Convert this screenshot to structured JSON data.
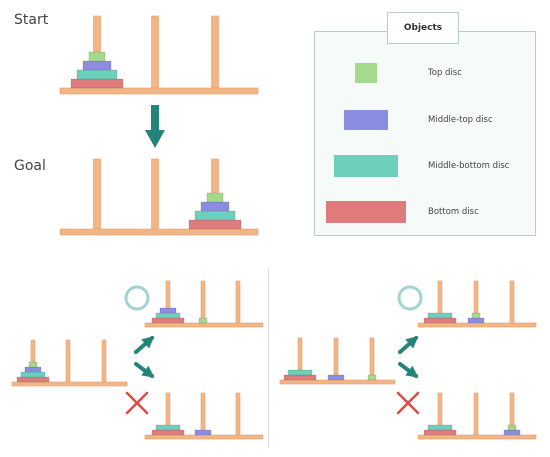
{
  "labels": {
    "start": "Start",
    "goal": "Goal"
  },
  "legend": {
    "title": "Objects",
    "items": [
      {
        "label": "Top disc",
        "color": "#a5d98c"
      },
      {
        "label": "Middle-top disc",
        "color": "#8b8de0"
      },
      {
        "label": "Middle-bottom disc",
        "color": "#6fcfbd"
      },
      {
        "label": "Bottom disc",
        "color": "#e07b7b"
      }
    ]
  },
  "colors": {
    "wood": "#f2b585",
    "wood_edge": "#e3a070",
    "arrow": "#23857a",
    "correct": "#9fd4d1",
    "wrong": "#d94b44",
    "disc_outline": "#555555"
  },
  "marks": {
    "correct_icon": "circle-icon",
    "wrong_icon": "cross-icon"
  }
}
